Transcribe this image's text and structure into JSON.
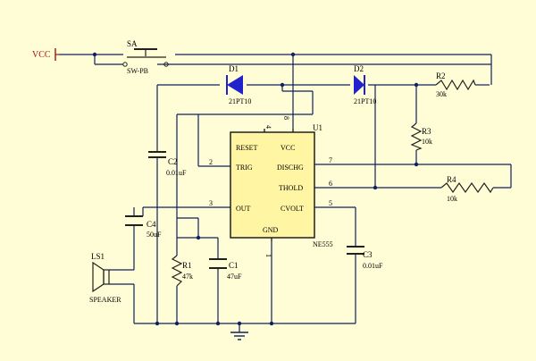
{
  "colors": {
    "background": "#fffdd6",
    "wire": "#102060",
    "component": "#202020",
    "label": "#000000",
    "ic_body": "#fff5a3",
    "diode": "#2222cc",
    "power_port": "#aa1111"
  },
  "vcc": {
    "label": "VCC"
  },
  "switch": {
    "designator": "SA",
    "part": "SW-PB"
  },
  "d1": {
    "designator": "D1",
    "part": "21PT10"
  },
  "d2": {
    "designator": "D2",
    "part": "21PT10"
  },
  "r2": {
    "designator": "R2",
    "value": "30k"
  },
  "r3": {
    "designator": "R3",
    "value": "10k"
  },
  "r4": {
    "designator": "R4",
    "value": "10k"
  },
  "r1": {
    "designator": "R1",
    "value": "47k"
  },
  "c1": {
    "designator": "C1",
    "value": "47uF"
  },
  "c2": {
    "designator": "C2",
    "value": "0.01uF"
  },
  "c3": {
    "designator": "C3",
    "value": "0.01uF"
  },
  "c4": {
    "designator": "C4",
    "value": "50uF"
  },
  "speaker": {
    "designator": "LS1",
    "part": "SPEAKER"
  },
  "ic": {
    "designator": "U1",
    "part": "NE555",
    "pins": {
      "reset": "RESET",
      "vcc": "VCC",
      "trig": "TRIG",
      "dischg": "DISCHG",
      "thold": "THOLD",
      "out": "OUT",
      "cvolt": "CVOLT",
      "gnd": "GND"
    },
    "pin_numbers": {
      "p4": "4",
      "p8": "8",
      "p2": "2",
      "p7": "7",
      "p6": "6",
      "p3": "3",
      "p5": "5",
      "p1": "1"
    }
  }
}
